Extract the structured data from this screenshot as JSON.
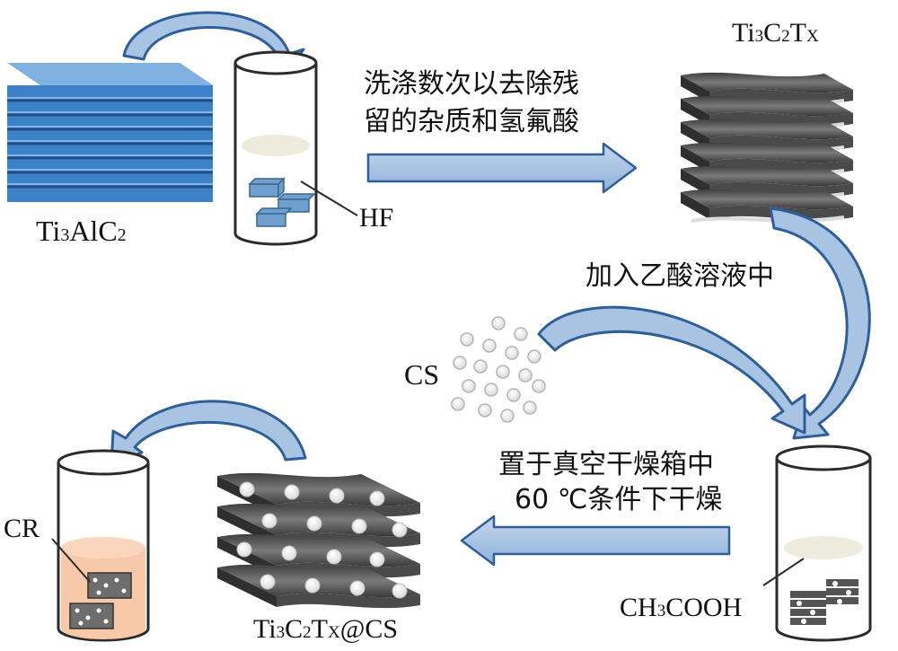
{
  "labels": {
    "ti3alc2": {
      "a": "Ti",
      "b": "3",
      "c": "AlC",
      "d": "2"
    },
    "hf": "HF",
    "ti3c2tx": {
      "a": "Ti",
      "b": "3",
      "c": "C",
      "d": "2",
      "e": "T",
      "f": "X"
    },
    "cs": "CS",
    "ch3cooh": {
      "a": "CH",
      "b": "3",
      "c": "COOH"
    },
    "composite": {
      "a": "Ti",
      "b": "3",
      "c": "C",
      "d": "2",
      "e": "T",
      "f": "X",
      "g": "@CS"
    },
    "cr": "CR"
  },
  "steps": {
    "wash_line1": "洗涤数次以去除残",
    "wash_line2": "留的杂质和氢氟酸",
    "add_acid": "加入乙酸溶液中",
    "dry_line1": "置于真空干燥箱中",
    "dry_line2": "60 ℃条件下干燥"
  },
  "colors": {
    "arrow_fill": "#a9c4e3",
    "arrow_stroke": "#2e5f9a",
    "max_phase_top": "#6da6dc",
    "max_layer": "#3d82c9",
    "cube": "#6f9fcc",
    "sheet_dark": "#5a5a5a",
    "sheet_light": "#cfcfcf",
    "cr_fill": "#f7c9a8",
    "liquid": "#ecebdc"
  }
}
